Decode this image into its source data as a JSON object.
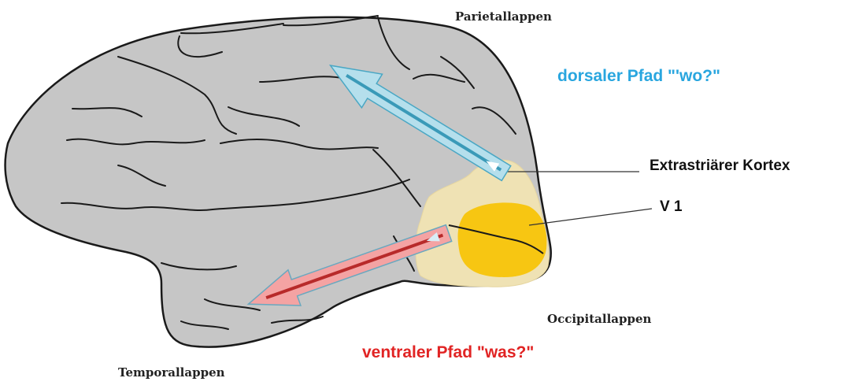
{
  "labels": {
    "parietal": "Parietallappen",
    "dorsal": "dorsaler Pfad \"'wo?\"",
    "extrastriate": "Extrastriärer Kortex",
    "v1": "V 1",
    "occipital": "Occipitallappen",
    "ventral": "ventraler Pfad \"was?\"",
    "temporal": "Temporallappen"
  },
  "colors": {
    "brain_fill": "#c6c6c6",
    "brain_outline": "#1a1a1a",
    "extrastriate_fill": "#efe2b4",
    "v1_fill": "#f7c612",
    "dorsal_arrow_fill": "#b5dfec",
    "dorsal_arrow_line": "#3a9ab8",
    "ventral_arrow_fill": "#f4a3a3",
    "ventral_arrow_line": "#b82a2a",
    "dorsal_text": "#29a6df",
    "ventral_text": "#e12424"
  }
}
